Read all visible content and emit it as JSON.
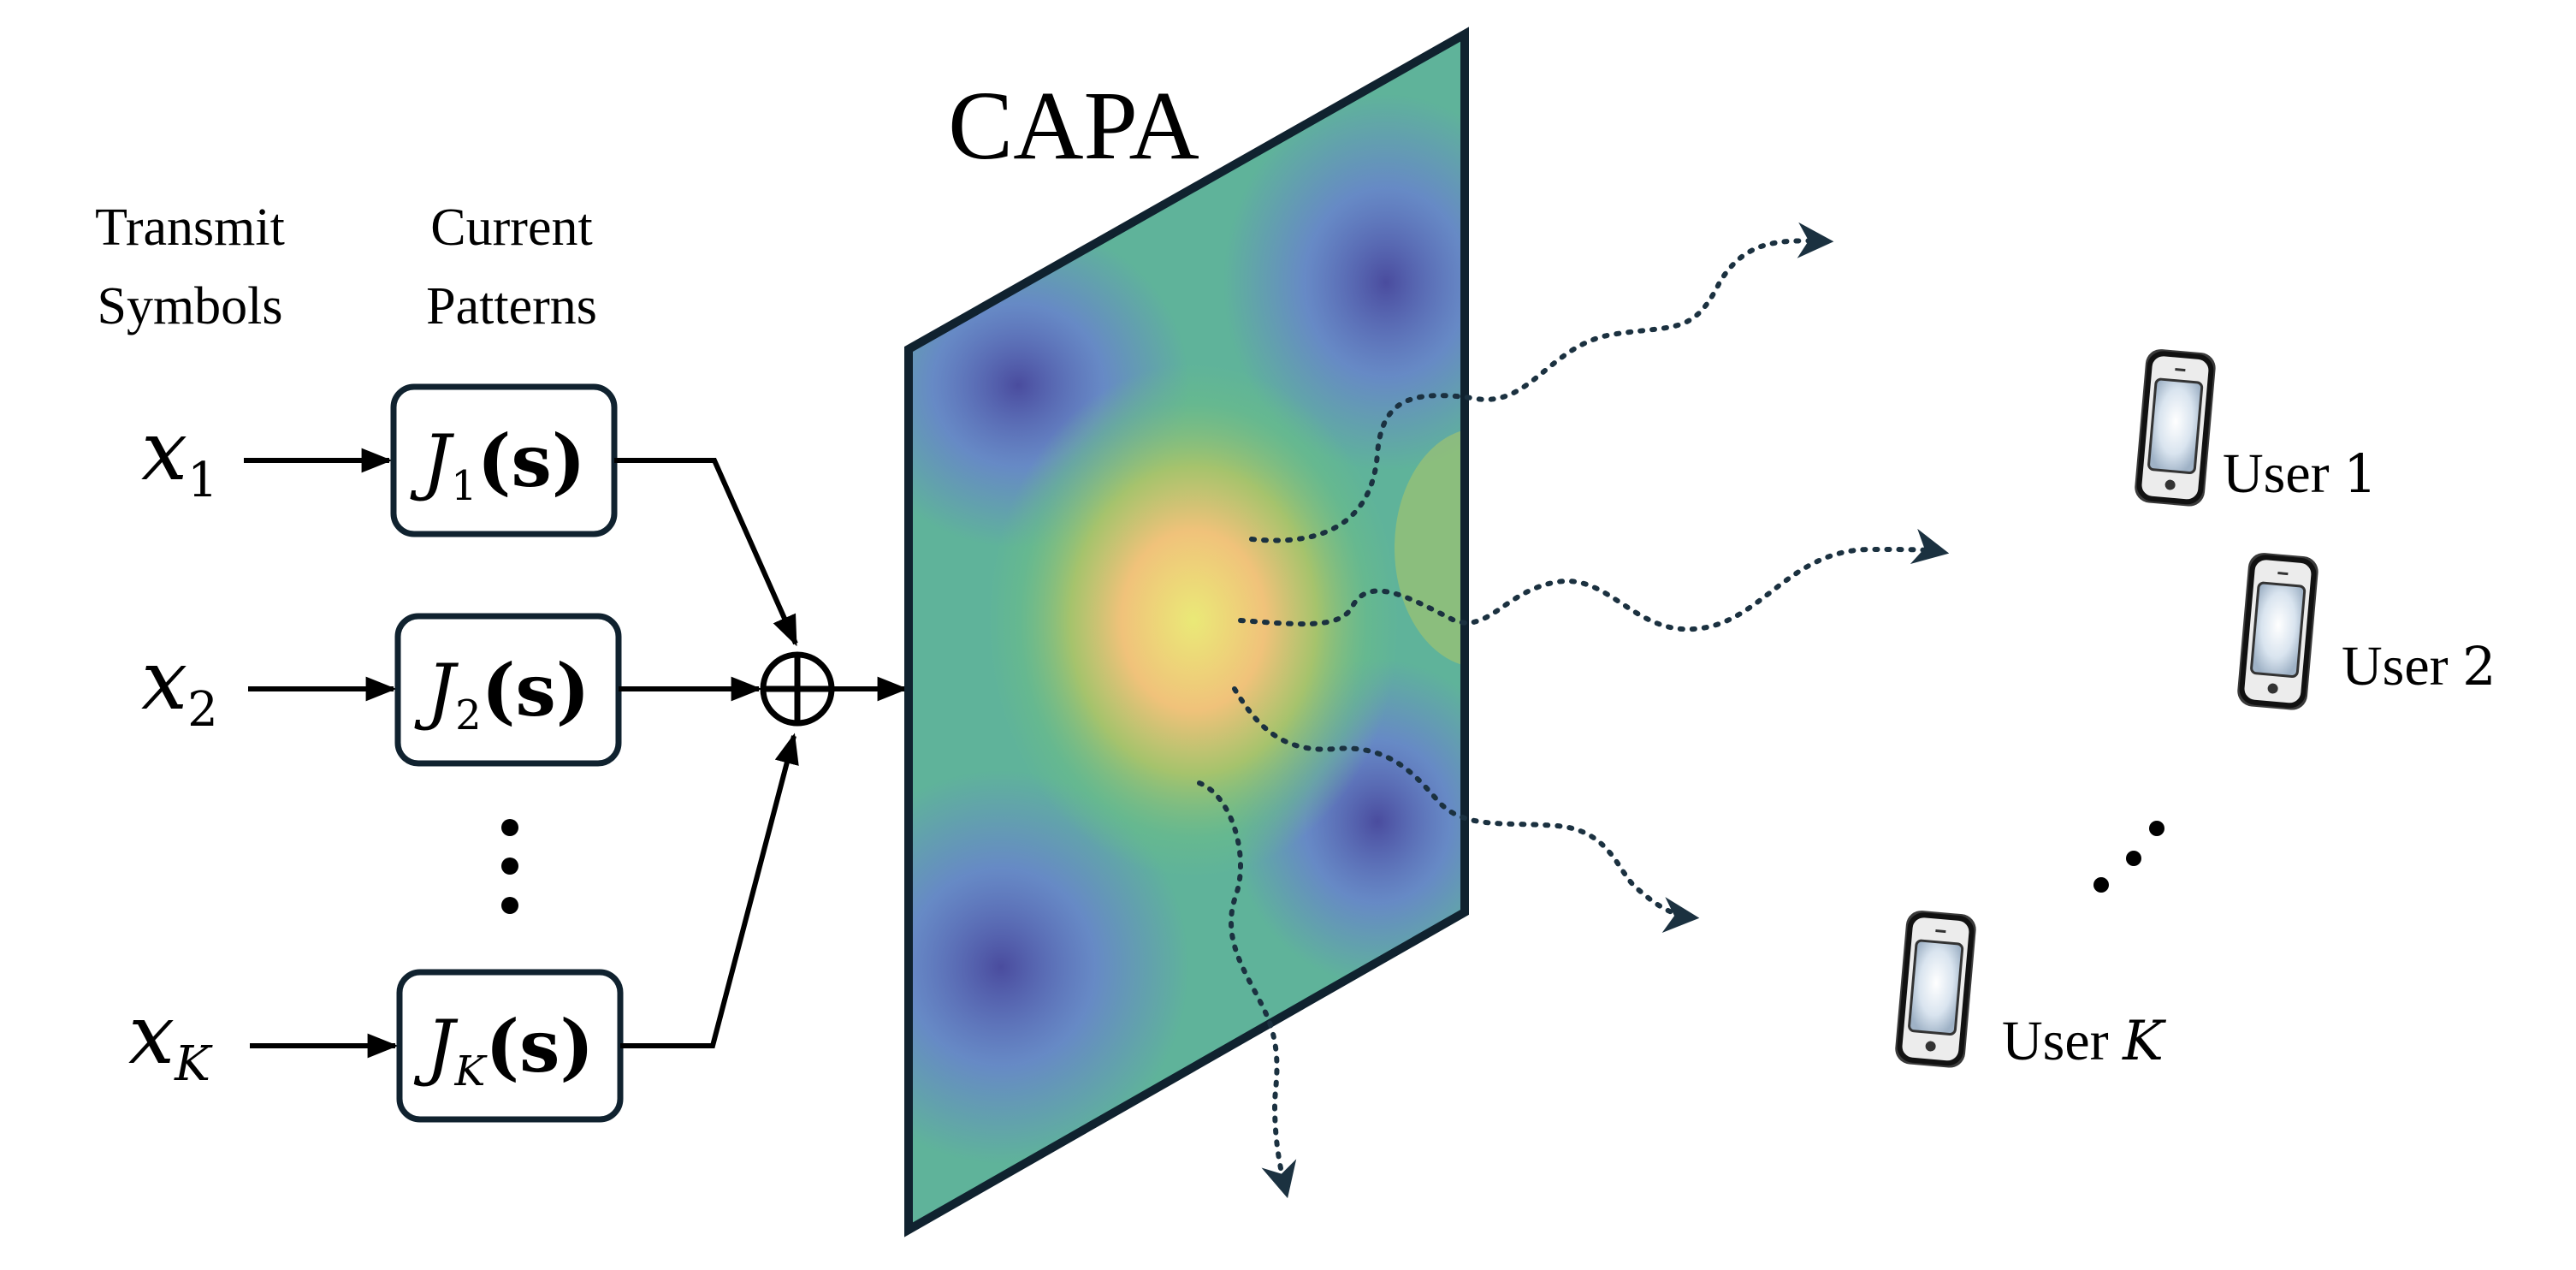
{
  "title": "CAPA",
  "headers": {
    "transmit": [
      "Transmit",
      "Symbols"
    ],
    "current": [
      "Current",
      "Patterns"
    ]
  },
  "rows": [
    {
      "symbol": "x",
      "sub": "1",
      "func": "J",
      "fsub": "1",
      "arg": "(s)"
    },
    {
      "symbol": "x",
      "sub": "2",
      "func": "J",
      "fsub": "2",
      "arg": "(s)"
    },
    {
      "symbol": "x",
      "sub": "K",
      "func": "J",
      "fsub": "K",
      "arg": "(s)"
    }
  ],
  "users": [
    {
      "label": "User 1",
      "name": "User",
      "idx": "1"
    },
    {
      "label": "User 2",
      "name": "User",
      "idx": "2"
    },
    {
      "label": "User K",
      "name": "User",
      "idx": "K"
    }
  ],
  "colors": {
    "stroke": "#000000",
    "panel_border": "#10222f",
    "wave": "#1b3140",
    "panel_low": "#4a4c9e",
    "panel_mid": "#5fb39a",
    "panel_high": "#eae977"
  },
  "icons": [
    "summing-junction-icon",
    "smartphone-icon"
  ]
}
